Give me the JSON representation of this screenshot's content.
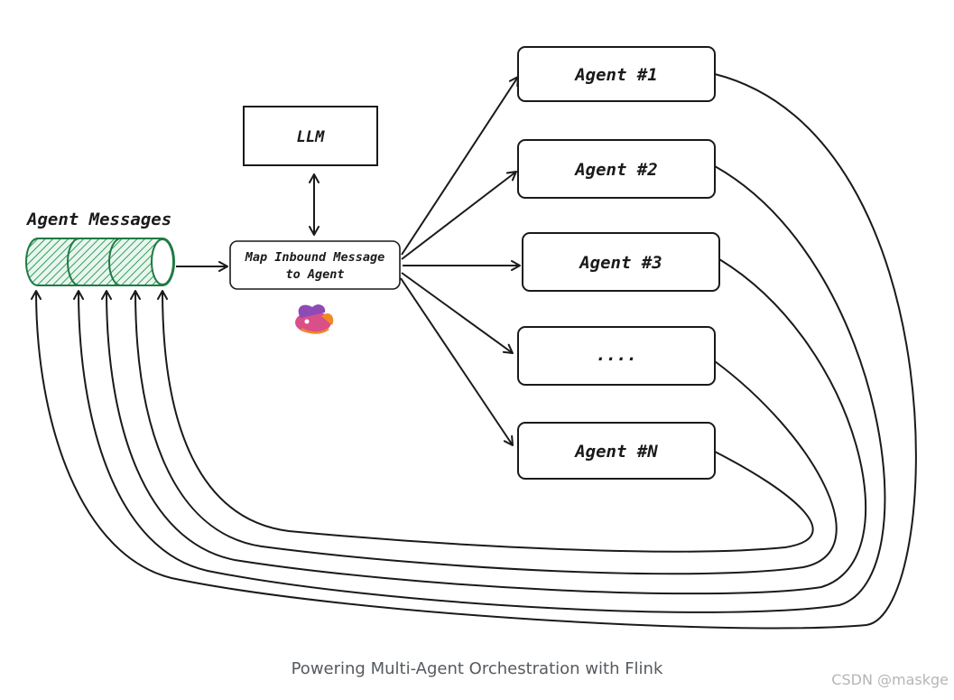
{
  "diagram": {
    "queue_label": "Agent Messages",
    "llm_label": "LLM",
    "router_label_line1": "Map Inbound Message",
    "router_label_line2": "to Agent",
    "agents": [
      "Agent #1",
      "Agent #2",
      "Agent #3",
      "....",
      "Agent #N"
    ],
    "router_icon": "flink-squirrel-logo",
    "colors": {
      "stroke": "#1a1a1a",
      "queue_fill": "#2e9e5b",
      "queue_stroke": "#1f7a44",
      "logo_pink": "#d94f8a",
      "logo_purple": "#8e4bb5",
      "logo_orange": "#f08a24"
    }
  },
  "caption": "Powering Multi-Agent Orchestration with Flink",
  "watermark": "CSDN @maskge"
}
